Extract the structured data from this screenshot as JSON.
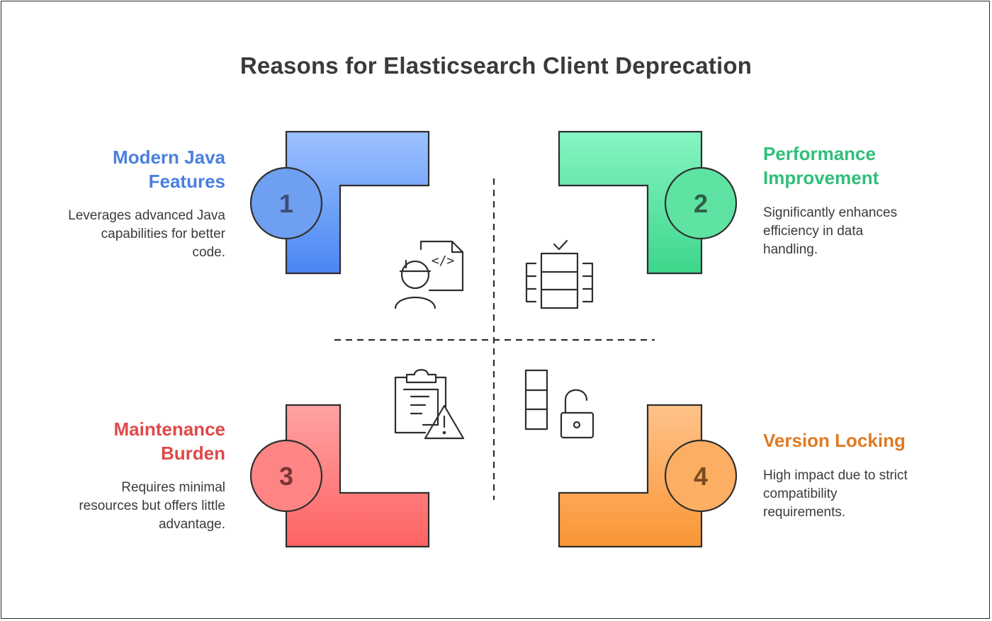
{
  "title": "Reasons for Elasticsearch Client Deprecation",
  "colors": {
    "blue": "#4a7fe0",
    "green": "#2fbf79",
    "red": "#e04848",
    "orange": "#e07a22",
    "stroke": "#2e2e2e",
    "text": "#3b3b3b"
  },
  "quadrants": [
    {
      "number": "1",
      "title_line1": "Modern Java",
      "title_line2": "Features",
      "desc_line1": "Leverages advanced Java",
      "desc_line2": "capabilities for better",
      "desc_line3": "code.",
      "icon": "developer-code-icon"
    },
    {
      "number": "2",
      "title_line1": "Performance",
      "title_line2": "Improvement",
      "desc_line1": "Significantly enhances",
      "desc_line2": "efficiency in data",
      "desc_line3": "handling.",
      "icon": "database-check-icon"
    },
    {
      "number": "3",
      "title_line1": "Maintenance",
      "title_line2": "Burden",
      "desc_line1": "Requires minimal",
      "desc_line2": "resources but offers little",
      "desc_line3": "advantage.",
      "icon": "clipboard-warning-icon"
    },
    {
      "number": "4",
      "title_line1": "Version Locking",
      "desc_line1": "High impact due to strict",
      "desc_line2": "compatibility",
      "desc_line3": "requirements.",
      "icon": "stack-unlock-icon"
    }
  ]
}
